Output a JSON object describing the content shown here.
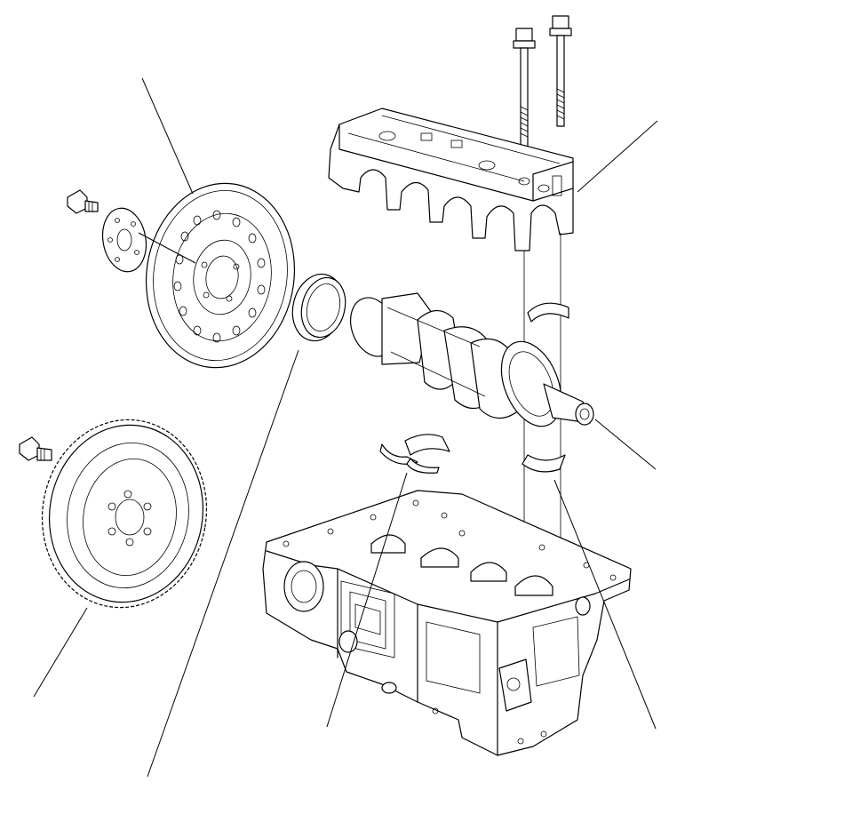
{
  "diagram": {
    "background": "#ffffff",
    "line_color": "#000000",
    "components": [
      {
        "icon": "bolt-icon",
        "part": "main-cap-bolts"
      },
      {
        "icon": "bearing-cap-bridge-icon",
        "part": "main-bearing-cap-bridge"
      },
      {
        "icon": "drive-plate-icon",
        "part": "drive-plate"
      },
      {
        "icon": "washer-plate-icon",
        "part": "backing-plate"
      },
      {
        "icon": "oil-seal-icon",
        "part": "oil-seal"
      },
      {
        "icon": "crankshaft-icon",
        "part": "crankshaft"
      },
      {
        "icon": "bearing-shell-icon",
        "part": "upper-bearings"
      },
      {
        "icon": "bearing-shell-icon",
        "part": "lower-bearings"
      },
      {
        "icon": "flywheel-icon",
        "part": "flywheel"
      },
      {
        "icon": "engine-block-icon",
        "part": "cylinder-block"
      }
    ],
    "callout_count": 8
  }
}
